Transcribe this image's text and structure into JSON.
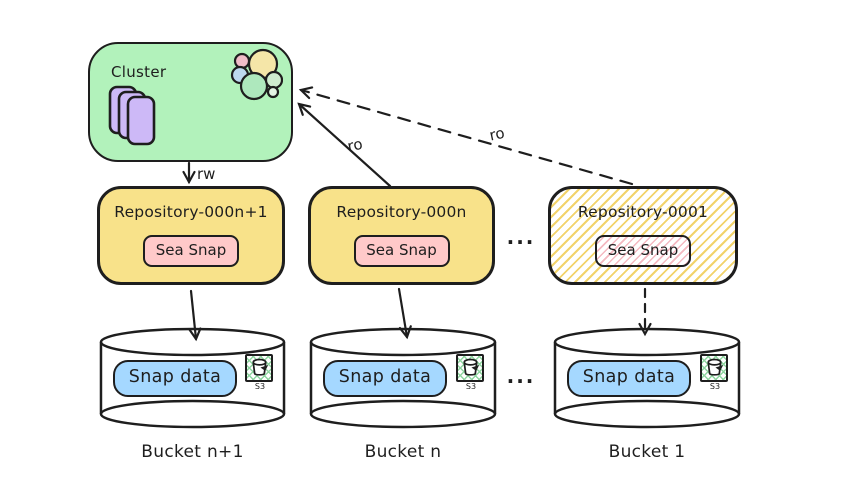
{
  "cluster": {
    "label": "Cluster"
  },
  "arrows": {
    "rw": {
      "label": "rw",
      "style": "solid",
      "from": "cluster",
      "to": "repository-000n+1"
    },
    "ro_solid": {
      "label": "ro",
      "style": "solid",
      "from": "repository-000n",
      "to": "cluster"
    },
    "ro_dashed": {
      "label": "ro",
      "style": "dashed",
      "from": "repository-0001",
      "to": "cluster"
    }
  },
  "repositories": [
    {
      "label": "Repository-000n+1",
      "badge": "Sea Snap",
      "fill": "solid-yellow"
    },
    {
      "label": "Repository-000n",
      "badge": "Sea Snap",
      "fill": "solid-yellow"
    },
    {
      "label": "Repository-0001",
      "badge": "Sea Snap",
      "fill": "hatched-yellow"
    }
  ],
  "repo_ellipsis": "...",
  "bucket_ellipsis": "...",
  "buckets": [
    {
      "badge": "Snap data",
      "s3_label": "S3",
      "caption": "Bucket n+1"
    },
    {
      "badge": "Snap data",
      "s3_label": "S3",
      "caption": "Bucket n"
    },
    {
      "badge": "Snap data",
      "s3_label": "S3",
      "caption": "Bucket 1"
    }
  ],
  "colors": {
    "ink": "#1e1e1e",
    "cluster_green": "#b2f2bb",
    "node_purple": "#cdb9f7",
    "repo_yellow": "#f8e28a",
    "sea_snap_pink": "#ffc9c9",
    "snap_data_blue": "#a5d8ff",
    "hatch_yellow": "#f2d36b",
    "hatch_pink": "#f4b9c1",
    "s3_green": "#8fd6a0"
  }
}
